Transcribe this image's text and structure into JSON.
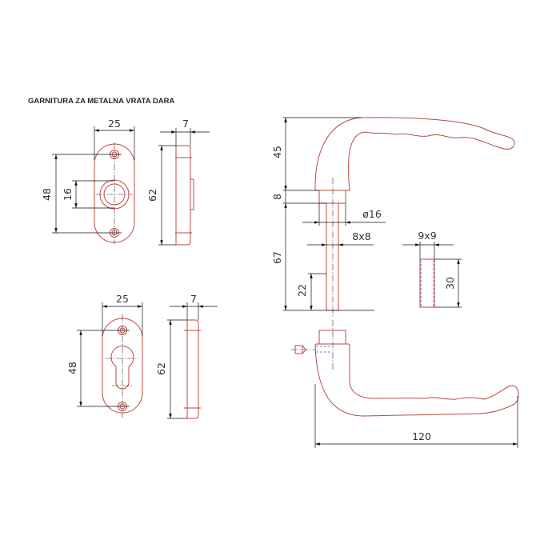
{
  "title": "GARNITURA ZA METALNA VRATA DARA",
  "colors": {
    "part_outline": "#b84a45",
    "dimension": "#111111",
    "hidden_line": "#5a5ad0"
  },
  "rosette_round": {
    "width": "25",
    "thickness": "7",
    "hole_spacing": "48",
    "hole_diameter": "16",
    "height": "62"
  },
  "rosette_cylinder": {
    "width": "25",
    "thickness": "7",
    "hole_spacing": "48",
    "height": "62"
  },
  "handle": {
    "lever_height": "45",
    "collar_height": "8",
    "spindle_length": "67",
    "thread_length": "22",
    "collar_diameter": "ø16",
    "spindle_square": "8x8",
    "length": "120"
  },
  "spindle_section": {
    "square": "9x9",
    "length": "30"
  }
}
